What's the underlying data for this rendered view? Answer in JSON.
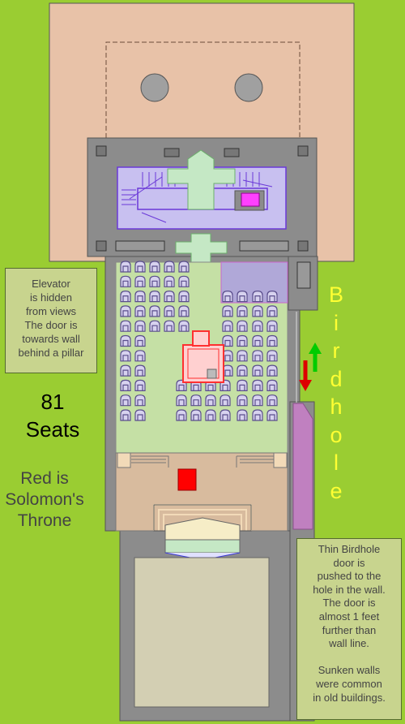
{
  "notes": {
    "elevator": [
      "Elevator",
      "is hidden",
      "from views",
      "The door is",
      "towards wall",
      "behind a pillar"
    ],
    "seats_count": "81",
    "seats_label": "Seats",
    "throne": [
      "Red is",
      "Solomon's",
      "Throne"
    ],
    "birdhole_letters": [
      "B",
      "i",
      "r",
      "d",
      "h",
      "o",
      "l",
      "e"
    ],
    "birdhole_door": [
      "Thin Birdhole",
      "door is",
      "pushed to the",
      "hole in the wall.",
      "The door is",
      "almost 1 feet",
      "further than",
      "wall line.",
      "",
      "Sunken walls",
      "were common",
      "in old buildings."
    ]
  },
  "colors": {
    "background": "#9acd32",
    "courtyard": "#e8c2a8",
    "wall": "#8c8c8c",
    "hall_floor": "#c5e0a5",
    "seat_outline": "#5a4e8c",
    "throne": "#ff0000",
    "birdhole_door": "#c080c0",
    "arrow_up": "#00cc00",
    "arrow_down": "#dd0000",
    "birdhole_text": "#ffff33"
  },
  "seat_rows": [
    {
      "cols": [
        1,
        2,
        3,
        4,
        5
      ]
    },
    {
      "cols": [
        1,
        2,
        3,
        4,
        5
      ]
    },
    {
      "cols": [
        1,
        2,
        3,
        4,
        5,
        8,
        9,
        10,
        11
      ]
    },
    {
      "cols": [
        1,
        2,
        3,
        4,
        5,
        8,
        9,
        10,
        11
      ]
    },
    {
      "cols": [
        1,
        2,
        3,
        4,
        5,
        8,
        9,
        10,
        11
      ]
    },
    {
      "cols": [
        1,
        2,
        8,
        9,
        10,
        11
      ]
    },
    {
      "cols": [
        1,
        2,
        8,
        9,
        10,
        11
      ]
    },
    {
      "cols": [
        1,
        2,
        8,
        9,
        10,
        11
      ]
    },
    {
      "cols": [
        1,
        2,
        5,
        6,
        7,
        8,
        9,
        10,
        11
      ]
    },
    {
      "cols": [
        1,
        2,
        5,
        6,
        7,
        8,
        9,
        10,
        11
      ]
    },
    {
      "cols": [
        1,
        2,
        5,
        6,
        7,
        8,
        9,
        10,
        11
      ]
    }
  ]
}
